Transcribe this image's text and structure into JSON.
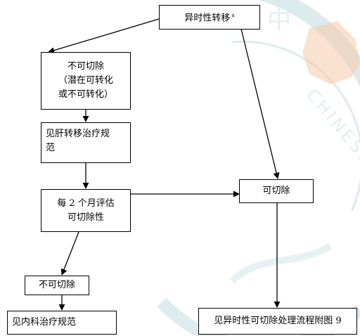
{
  "nodes": {
    "metachronous": {
      "label": "异时性转移",
      "sup": "a"
    },
    "unresectable_potential": {
      "line1": "不可切除",
      "line2": "（潜在可转化",
      "line3": "或不可转化）"
    },
    "liver_guideline": {
      "line1": "见肝转移治疗规",
      "line2": "范"
    },
    "evaluate": {
      "line1": "每 2 个月评估",
      "line2": "可切除性"
    },
    "resectable": {
      "label": "可切除"
    },
    "unresectable": {
      "label": "不可切除"
    },
    "medical_guideline": {
      "label": "见内科治疗规范"
    },
    "resectable_flow": {
      "label": "见异时性可切除处理流程附图 9"
    }
  },
  "watermark": {
    "color": "#2e8b94",
    "map_color": "#f7c9a8",
    "glyph_top": "中",
    "arc_text": "CHINESE ME"
  }
}
